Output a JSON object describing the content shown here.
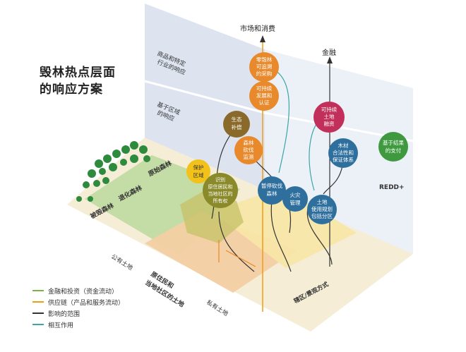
{
  "title": {
    "line1": "毁林热点层面",
    "line2": "的响应方案"
  },
  "axis_labels": {
    "market": "市场和消费",
    "finance": "金融",
    "redd": "REDD+"
  },
  "wall_labels": {
    "commodity_line1": "商品和特定",
    "commodity_line2": "行业的响应",
    "regional_line1": "基于区域",
    "regional_line2": "的响应"
  },
  "land_labels": {
    "primary_forest": "原始森林",
    "degraded_forest": "退化森林",
    "cleared_forest": "被毁森林",
    "public_land": "公有土地",
    "indigenous_line1": "原住民和",
    "indigenous_line2": "当地社区的土地",
    "private_land": "私有土地",
    "landscape": "辖区/景观方式"
  },
  "nodes": {
    "n1": [
      "零毁林",
      "可追溯",
      "的采购"
    ],
    "n2": [
      "可持续",
      "发展和",
      "认证"
    ],
    "n3": [
      "可持续",
      "土地",
      "融资"
    ],
    "n4": [
      "生态",
      "补偿"
    ],
    "n5": [
      "森林",
      "砍伐",
      "监测"
    ],
    "n6": [
      "木材",
      "合法性和",
      "保证体系"
    ],
    "n7": [
      "基于结果",
      "的支付"
    ],
    "n8": [
      "保护",
      "区域"
    ],
    "n9": [
      "识别",
      "原住居民和",
      "当地社区的",
      "所有权"
    ],
    "n10": [
      "暂停砍伐",
      "森林"
    ],
    "n11": [
      "火灾",
      "管理"
    ],
    "n12": [
      "土地",
      "使用规划",
      "包括分区"
    ]
  },
  "legend": [
    {
      "label": "金融和投资（资金流动）",
      "color": "#7cb342"
    },
    {
      "label": "供应链（产品和服务流动）",
      "color": "#f39c12"
    },
    {
      "label": "影响的范围",
      "color": "#333333"
    },
    {
      "label": "相互作用",
      "color": "#3aa6a6"
    }
  ],
  "colors": {
    "orange": "#e8892b",
    "brown": "#8a6a2a",
    "crimson": "#c22f5a",
    "blue": "#2e6f9e",
    "green": "#3f9a3f",
    "yellow": "#f2c21b",
    "olive": "#8a8a2a"
  }
}
